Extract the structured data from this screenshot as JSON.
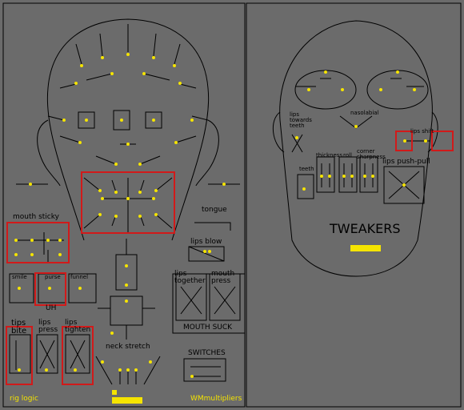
{
  "left_panel": {
    "labels": {
      "mouth_sticky": "mouth sticky",
      "tongue": "tongue",
      "lips_blow": "lips blow",
      "lips_together": "lips together",
      "mouth_press": "mouth press",
      "mouth_suck": "MOUTH SUCK",
      "purse": "purse",
      "funnel": "funnel",
      "smile": "smile",
      "uh": "UH",
      "tips_bite": "tips bite",
      "lips_press": "lips press",
      "lips_tighten": "lips tighten",
      "neck_stretch": "neck stretch",
      "switches": "SWITCHES",
      "rig_logic": "rig logic",
      "wm_multipliers": "WMmultipliers"
    }
  },
  "right_panel": {
    "labels": {
      "title": "TWEAKERS",
      "lips_towards_teeth": "lips towards teeth",
      "nasolabial": "nasolabial",
      "lips_shift": "lips shift",
      "thickness": "thickness",
      "roll": "roll",
      "corner_sharpness": "corner sharpness",
      "teeth": "teeth",
      "lips_push_pull": "lips push-pull"
    }
  },
  "colors": {
    "background": "#6b6b6b",
    "line": "#000000",
    "dot": "#f5e400",
    "highlight": "#d11a1a",
    "accent_bar": "#f5e400"
  }
}
